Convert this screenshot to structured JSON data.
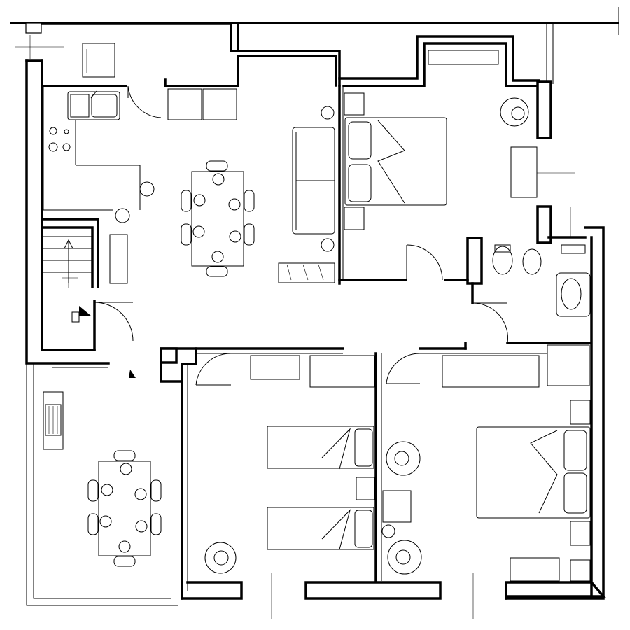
{
  "plan": {
    "rooms": [
      "kitchen",
      "living-dining",
      "bedroom-master-north",
      "bathroom",
      "bedroom-twin",
      "bedroom-master-south",
      "stair",
      "terrace",
      "hallway"
    ],
    "furniture_icons": [
      "kitchen-sink-icon",
      "stove-icon",
      "dining-table-icon",
      "sofa-icon",
      "double-bed-icon",
      "single-bed-icon",
      "armchair-icon",
      "toilet-icon",
      "bidet-icon",
      "washbasin-icon",
      "wardrobe-icon",
      "radiator-icon",
      "stair-arrow-icon",
      "north-marker-icon"
    ],
    "colors": {
      "line": "#000000",
      "background": "#ffffff"
    }
  }
}
